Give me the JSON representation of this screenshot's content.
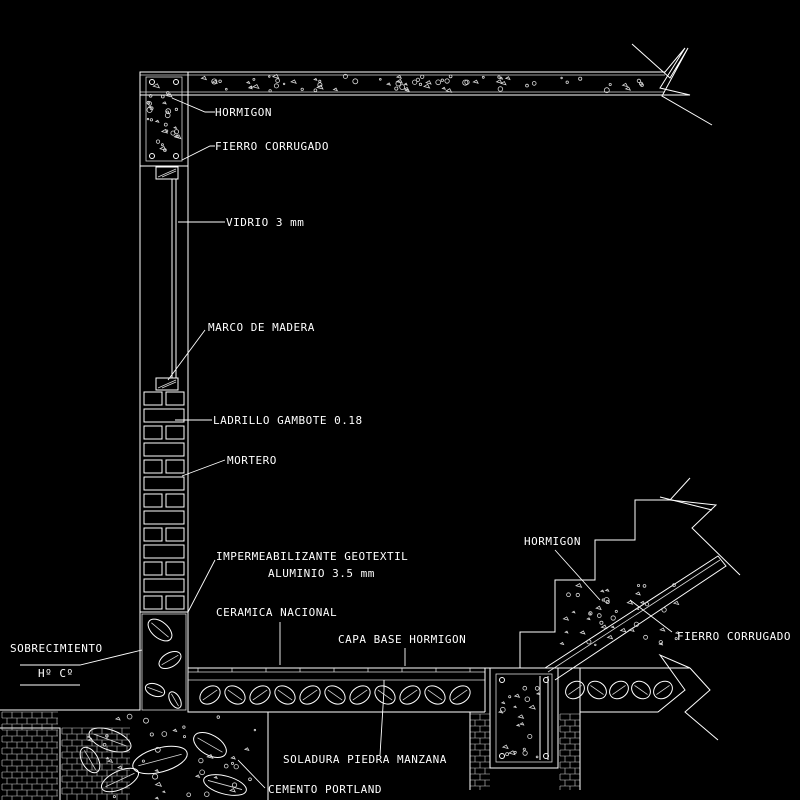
{
  "labels": {
    "hormigon_top": "HORMIGON",
    "fierro_top": "FIERRO CORRUGADO",
    "vidrio": "VIDRIO 3 mm",
    "marco": "MARCO DE MADERA",
    "ladrillo": "LADRILLO GAMBOTE 0.18",
    "mortero": "MORTERO",
    "impermeabilizante_1": "IMPERMEABILIZANTE GEOTEXTIL",
    "impermeabilizante_2": "ALUMINIO 3.5 mm",
    "ceramica": "CERAMICA NACIONAL",
    "capa_base": "CAPA BASE HORMIGON",
    "sobrecimiento_1": "SOBRECIMIENTO",
    "sobrecimiento_2": "Hº Cº",
    "hormigon_stair": "HORMIGON",
    "fierro_stair": "FIERRO CORRUGADO",
    "soladura": "SOLADURA PIEDRA MANZANA",
    "cemento": "CEMENTO PORTLAND"
  },
  "colors": {
    "background": "#000000",
    "linework": "#ffffff"
  }
}
